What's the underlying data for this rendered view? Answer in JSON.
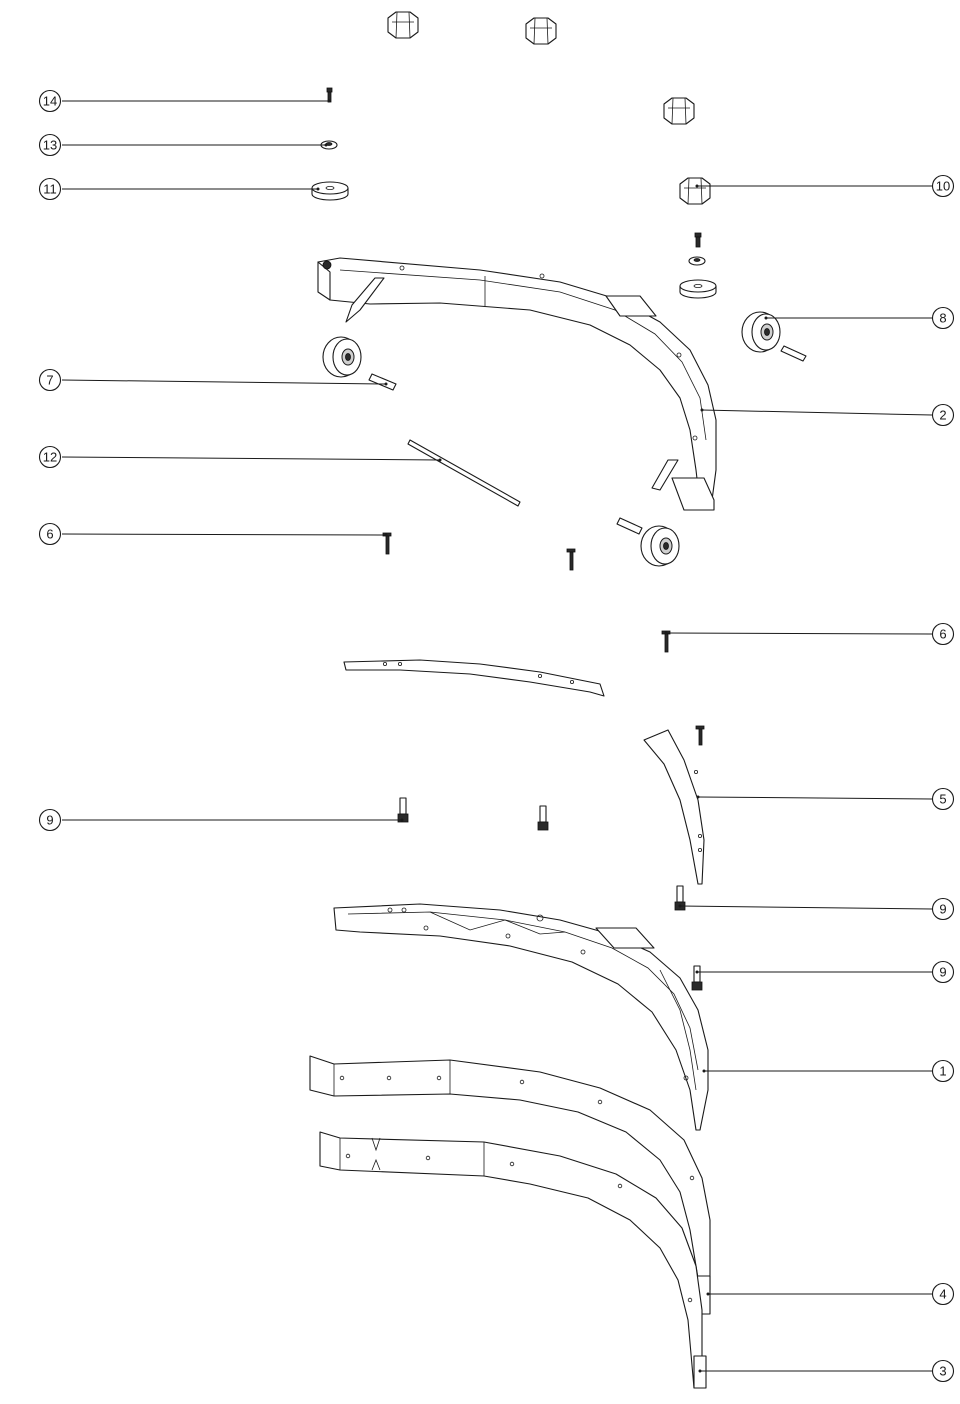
{
  "callouts": [
    {
      "id": "c14",
      "label": "14"
    },
    {
      "id": "c13",
      "label": "13"
    },
    {
      "id": "c11",
      "label": "11"
    },
    {
      "id": "c10",
      "label": "10"
    },
    {
      "id": "c8",
      "label": "8"
    },
    {
      "id": "c7",
      "label": "7"
    },
    {
      "id": "c2",
      "label": "2"
    },
    {
      "id": "c12",
      "label": "12"
    },
    {
      "id": "c6a",
      "label": "6"
    },
    {
      "id": "c6b",
      "label": "6"
    },
    {
      "id": "c5",
      "label": "5"
    },
    {
      "id": "c9a",
      "label": "9"
    },
    {
      "id": "c9b",
      "label": "9"
    },
    {
      "id": "c9c",
      "label": "9"
    },
    {
      "id": "c1",
      "label": "1"
    },
    {
      "id": "c4",
      "label": "4"
    },
    {
      "id": "c3",
      "label": "3"
    }
  ]
}
